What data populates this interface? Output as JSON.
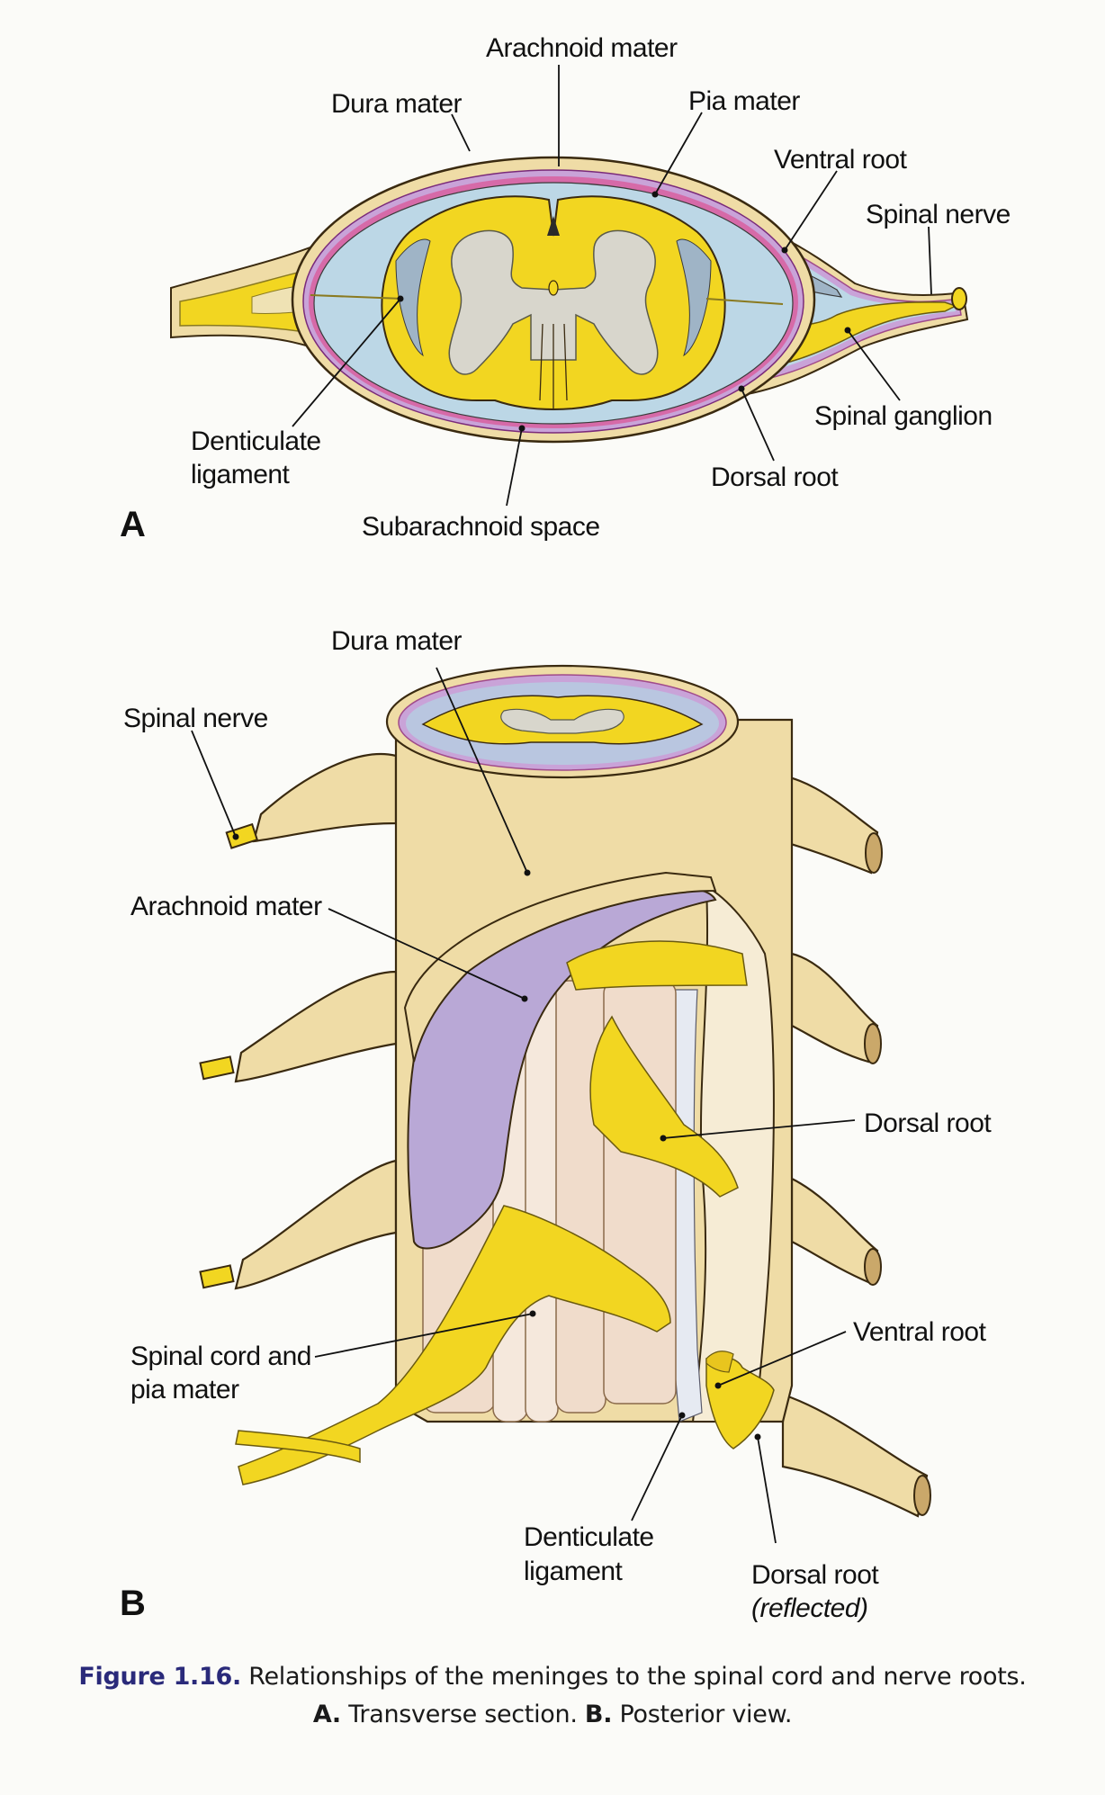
{
  "figure": {
    "number": "Figure 1.16.",
    "caption_line1": "Relationships of the meninges to the spinal cord and nerve roots.",
    "caption_line2_a_label": "A.",
    "caption_line2_a_text": "Transverse section.",
    "caption_line2_b_label": "B.",
    "caption_line2_b_text": "Posterior view.",
    "colors": {
      "caption_number": "#2a2a7a",
      "nerve_yellow": "#f2d621",
      "gray_matter": "#d8d6cc",
      "dura_tan": "#efdca6",
      "arachnoid_purple": "#b9a8d6",
      "pia_pink": "#d66aa8",
      "csf_blue": "#bcd7e6",
      "background": "#fbfbf8"
    }
  },
  "panel_a": {
    "letter": "A",
    "title": "Transverse section",
    "labels": {
      "arachnoid_mater": "Arachnoid mater",
      "dura_mater": "Dura mater",
      "pia_mater": "Pia mater",
      "ventral_root": "Ventral root",
      "spinal_nerve": "Spinal nerve",
      "spinal_ganglion": "Spinal ganglion",
      "dorsal_root": "Dorsal root",
      "subarachnoid_space": "Subarachnoid space",
      "denticulate_ligament_1": "Denticulate",
      "denticulate_ligament_2": "ligament"
    }
  },
  "panel_b": {
    "letter": "B",
    "title": "Posterior view",
    "labels": {
      "dura_mater": "Dura mater",
      "spinal_nerve": "Spinal nerve",
      "arachnoid_mater": "Arachnoid mater",
      "dorsal_root": "Dorsal root",
      "ventral_root": "Ventral root",
      "spinal_cord_1": "Spinal cord and",
      "spinal_cord_2": "pia mater",
      "denticulate_ligament_1": "Denticulate",
      "denticulate_ligament_2": "ligament",
      "dorsal_root_reflected_1": "Dorsal root",
      "dorsal_root_reflected_2": "(reflected)"
    }
  }
}
